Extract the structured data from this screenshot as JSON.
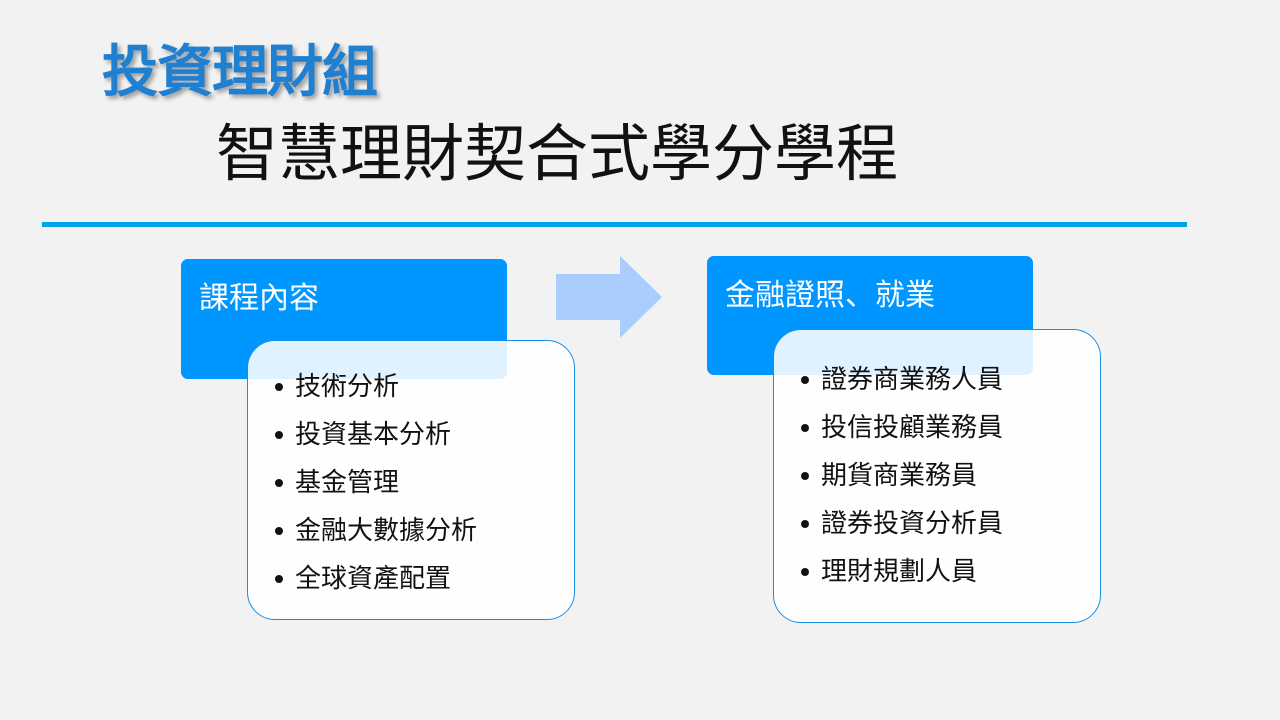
{
  "slide": {
    "group_title": "投資理財組",
    "program_title": "智慧理財契合式學分學程",
    "left_box": {
      "heading": "課程內容",
      "items": [
        "技術分析",
        "投資基本分析",
        "基金管理",
        "金融大數據分析",
        "全球資產配置"
      ]
    },
    "right_box": {
      "heading": "金融證照、就業",
      "items": [
        "證券商業務人員",
        "投信投顧業務員",
        "期貨商業務員",
        "證券投資分析員",
        "理財規劃人員"
      ]
    },
    "colors": {
      "background": "#f2f2f2",
      "title_blue": "#1f7fd0",
      "divider": "#00a2e8",
      "box_blue": "#0096ff",
      "arrow": "#a9cdfc",
      "list_border": "#1a8fe0"
    },
    "icons": {
      "arrow": "right-arrow-icon",
      "bullet": "bullet-dot-icon"
    }
  }
}
